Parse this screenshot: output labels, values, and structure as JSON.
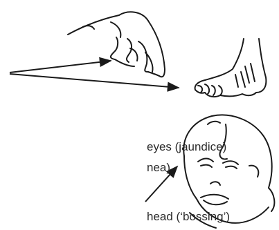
{
  "captions": {
    "eyes": "eyes (jaundice)",
    "nea": "nea)",
    "head": "head (‘bossing’)"
  },
  "colors": {
    "ink": "#1a1a1a",
    "text": "#2b2b2b",
    "background": "#ffffff"
  },
  "figures": [
    "hand-drawing",
    "foot-drawing",
    "baby-face-drawing"
  ]
}
